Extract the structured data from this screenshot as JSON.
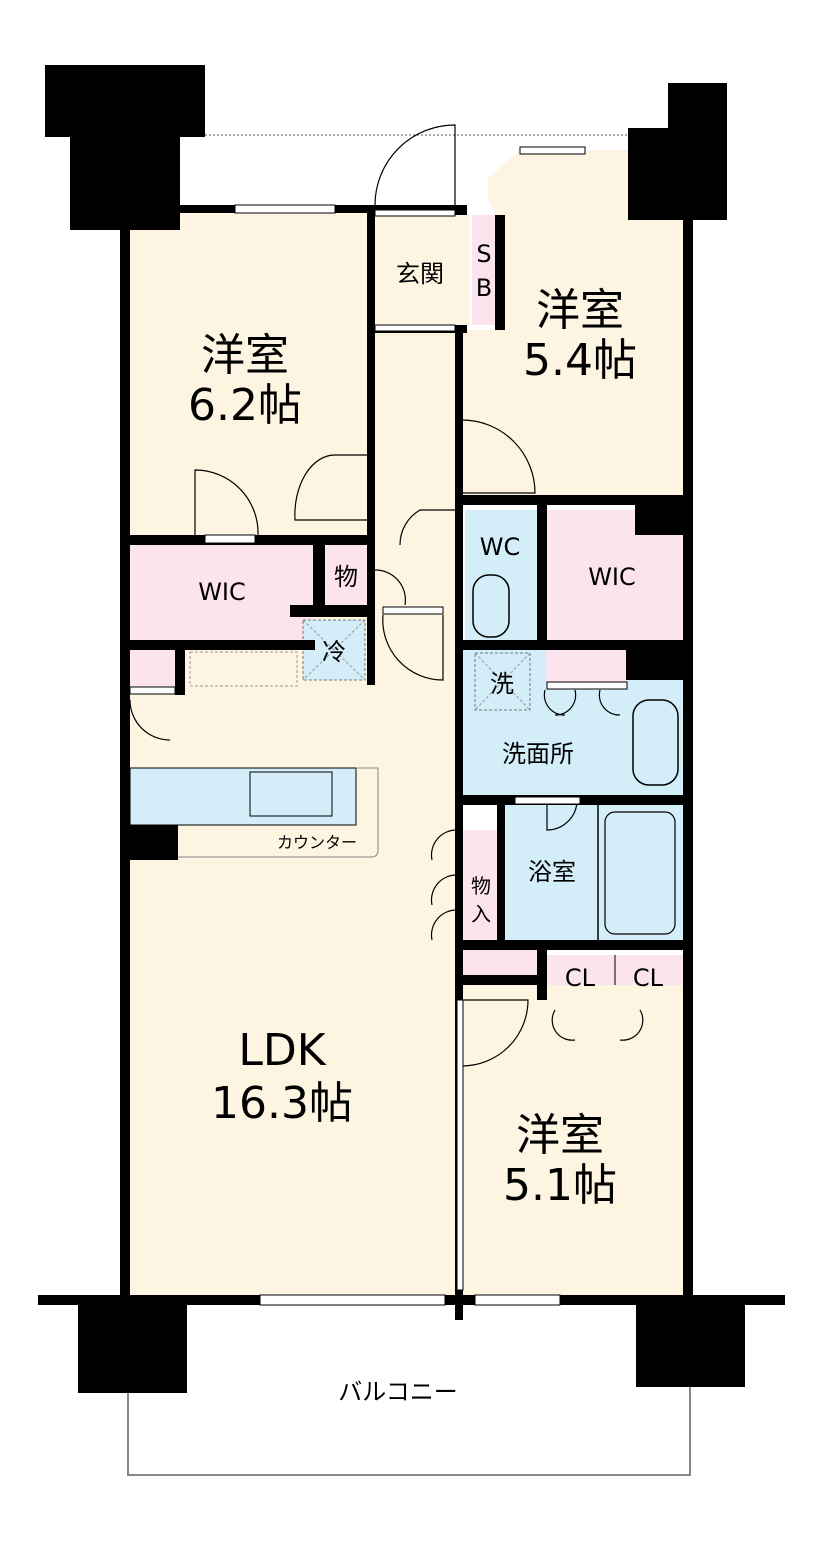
{
  "colors": {
    "room": "#fdf5e2",
    "storage": "#fbe4ee",
    "wet": "#d3eef9",
    "wall": "#000000"
  },
  "rooms": {
    "western_6_2": {
      "name": "洋室",
      "size": "6.2帖"
    },
    "western_5_4": {
      "name": "洋室",
      "size": "5.4帖"
    },
    "western_5_1": {
      "name": "洋室",
      "size": "5.1帖"
    },
    "ldk": {
      "name": "LDK",
      "size": "16.3帖"
    },
    "entrance": "玄関",
    "shoe_box_s": "S",
    "shoe_box_b": "B",
    "wic_left": "WIC",
    "wic_right": "WIC",
    "storage_small": "物",
    "fridge": "冷",
    "wc": "WC",
    "washer": "洗",
    "washroom": "洗面所",
    "bathroom": "浴室",
    "closet_storage_1": "物",
    "closet_storage_2": "入",
    "cl_left": "CL",
    "cl_right": "CL",
    "counter": "カウンター",
    "balcony": "バルコニー"
  }
}
